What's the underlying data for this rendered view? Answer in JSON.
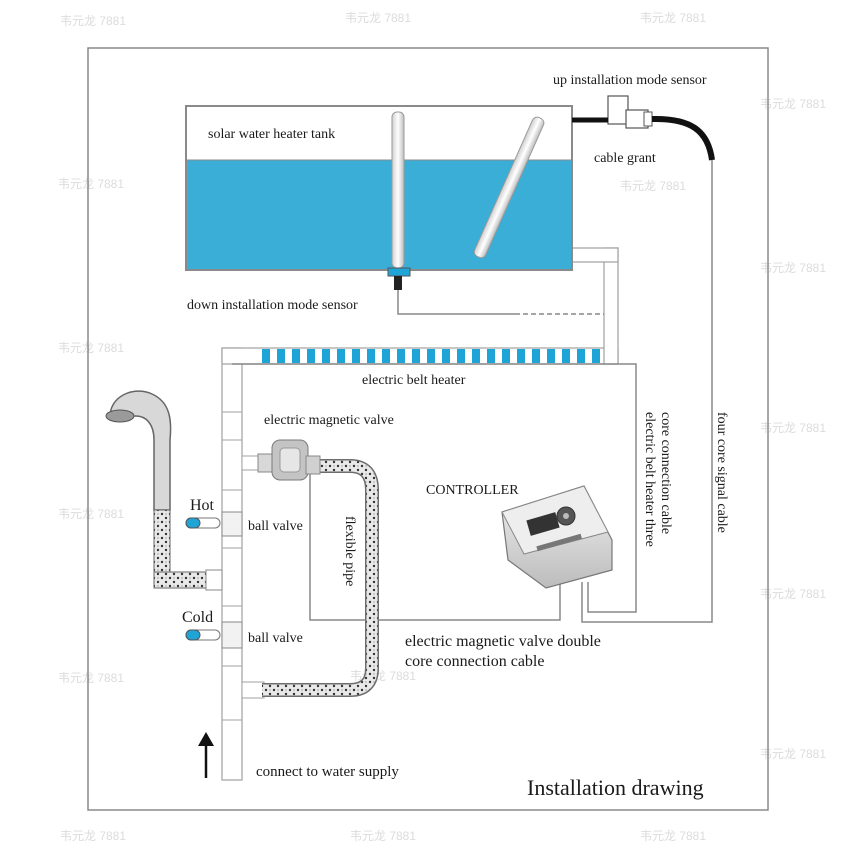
{
  "diagram": {
    "title": "Installation drawing",
    "labels": {
      "tank": "solar water heater tank",
      "up_sensor": "up installation mode sensor",
      "cable_grant": "cable grant",
      "down_sensor": "down installation mode sensor",
      "belt_heater": "electric belt heater",
      "magnetic_valve": "electric magnetic valve",
      "controller": "CONTROLLER",
      "hot": "Hot",
      "cold": "Cold",
      "ball_valve_hot": "ball valve",
      "ball_valve_cold": "ball valve",
      "flexible_pipe": "flexible pipe",
      "belt_cable_line1": "electric belt heater three",
      "belt_cable_line2": "core connection cable",
      "signal_cable": "four core signal cable",
      "valve_cable_line1": "electric magnetic valve double",
      "valve_cable_line2": "core connection cable",
      "water_supply": "connect to water supply"
    },
    "watermark": "韦元龙 7881",
    "colors": {
      "water": "#3aaed6",
      "belt_segment": "#1fa4d8",
      "pipe_fill": "#ffffff",
      "pipe_stroke": "#9a9a9a",
      "frame": "#8a8a8a"
    }
  }
}
